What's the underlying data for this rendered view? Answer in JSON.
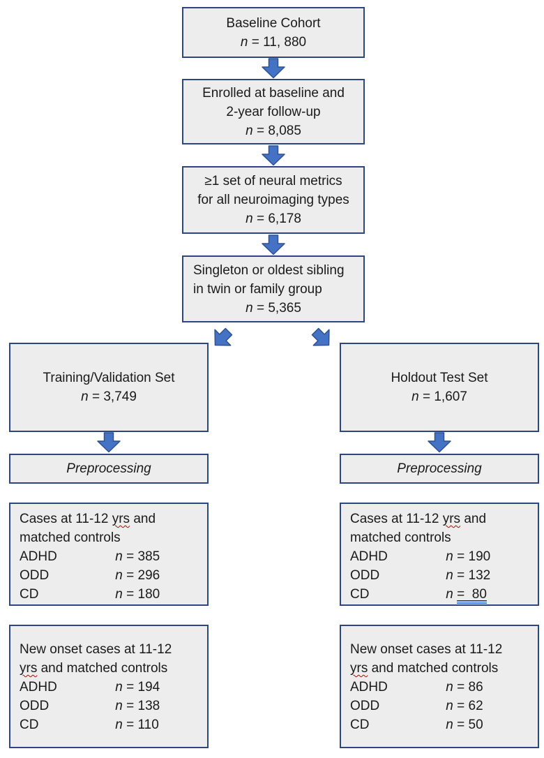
{
  "n_symbol": "n",
  "colors": {
    "box_fill": "#EDEDED",
    "box_border": "#2B4680",
    "arrow_fill": "#4472C4",
    "arrow_outline": "#2F528F",
    "spellcheck_underline_red": "#C00000",
    "grammar_underline_blue": "#2B5DD7"
  },
  "chain": {
    "baseline": {
      "title": "Baseline Cohort",
      "n_value": "= 11, 880"
    },
    "enrolled": {
      "line1": "Enrolled at baseline and",
      "line2": "2-year follow-up",
      "n_value": "= 8,085"
    },
    "neural_metrics": {
      "line1": "≥1 set of neural metrics",
      "line2": "for all neuroimaging types",
      "n_value": "= 6,178"
    },
    "singleton": {
      "line1": "Singleton or oldest sibling",
      "line2": "in twin or family group",
      "n_value": "= 5,365"
    }
  },
  "left_branch": {
    "set_box": {
      "title": "Training/Validation Set",
      "n_value": "= 3,749"
    },
    "preprocessing_label": "Preprocessing",
    "cases_box": {
      "line1_pre": "Cases at 11-12",
      "misspelled_word": "yrs",
      "line1_post": "and",
      "line2": "matched controls",
      "rows": [
        {
          "label": "ADHD",
          "n_value": "= 385"
        },
        {
          "label": "ODD",
          "n_value": "= 296"
        },
        {
          "label": "CD",
          "n_value": "= 180"
        }
      ]
    },
    "new_onset_box": {
      "line1": "New onset cases at 11-12",
      "misspelled_word": "yrs",
      "line2_rest": "and matched controls",
      "rows": [
        {
          "label": "ADHD",
          "n_value": "= 194"
        },
        {
          "label": "ODD",
          "n_value": "= 138"
        },
        {
          "label": "CD",
          "n_value": "= 110"
        }
      ]
    }
  },
  "right_branch": {
    "set_box": {
      "title": "Holdout Test Set",
      "n_value": "= 1,607"
    },
    "preprocessing_label": "Preprocessing",
    "cases_box": {
      "line1_pre": "Cases at 11-12",
      "misspelled_word": "yrs",
      "line1_post": "and",
      "line2": "matched controls",
      "rows": [
        {
          "label": "ADHD",
          "n_value": "= 190"
        },
        {
          "label": "ODD",
          "n_value": "= 132"
        },
        {
          "label": "CD",
          "n_value": "=  80"
        }
      ]
    },
    "new_onset_box": {
      "line1": "New onset cases at 11-12",
      "misspelled_word": "yrs",
      "line2_rest": "and matched controls",
      "rows": [
        {
          "label": "ADHD",
          "n_value": "= 86"
        },
        {
          "label": "ODD",
          "n_value": "= 62"
        },
        {
          "label": "CD",
          "n_value": "= 50"
        }
      ]
    }
  }
}
